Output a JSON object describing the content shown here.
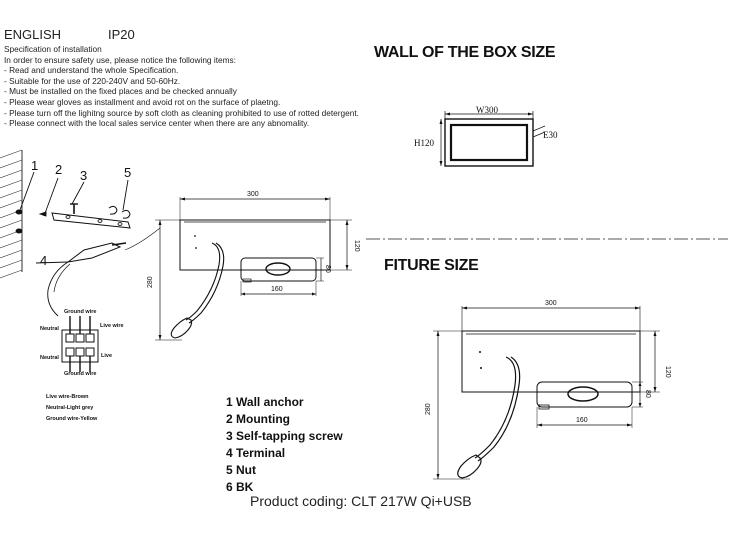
{
  "header": {
    "language": "ENGLISH",
    "rating": "IP20"
  },
  "spec": {
    "title": "Specification of installation",
    "intro": "In order to ensure safety use, please notice the following items:",
    "items": [
      "- Read and understand the whole Specification.",
      "- Suitable for the use of 220-240V and 50-60Hz.",
      "- Must be installed on the fixed places and be checked annually",
      "- Please wear gloves as installment and avoid rot on the surface of plaetng.",
      "- Please turn off the lighitng source by soft cloth as cleaning prohibited to use of rotted detergent.",
      "- Please connect with the local sales service center when there are any abnomality."
    ]
  },
  "box": {
    "title": "WALL OF THE BOX SIZE",
    "width_label": "W300",
    "height_label": "H120",
    "depth_label": "E30"
  },
  "fixture": {
    "title": "FITURE SIZE",
    "width": "300",
    "height": "120",
    "total_height": "280",
    "base_width": "160",
    "base_height": "80"
  },
  "small_drawing": {
    "width": "300",
    "height": "120",
    "total_height": "280",
    "base_width": "160",
    "base_height": "80"
  },
  "install": {
    "callouts": [
      "1",
      "2",
      "3",
      "4",
      "5"
    ],
    "ground_wire": "Ground wire",
    "neutral": "Neutral",
    "live_wire": "Live wire",
    "live": "Live",
    "ground_wire_bottom": "Ground wire",
    "wire_notes": [
      "Live wire-Brown",
      "Neutral-Light grey",
      "Ground wire-Yellow"
    ]
  },
  "legend": [
    "1  Wall anchor",
    "2  Mounting",
    "3  Self-tapping screw",
    "4  Terminal",
    "5  Nut",
    "6  BK"
  ],
  "product_coding": "Product coding: CLT 217W Qi+USB"
}
